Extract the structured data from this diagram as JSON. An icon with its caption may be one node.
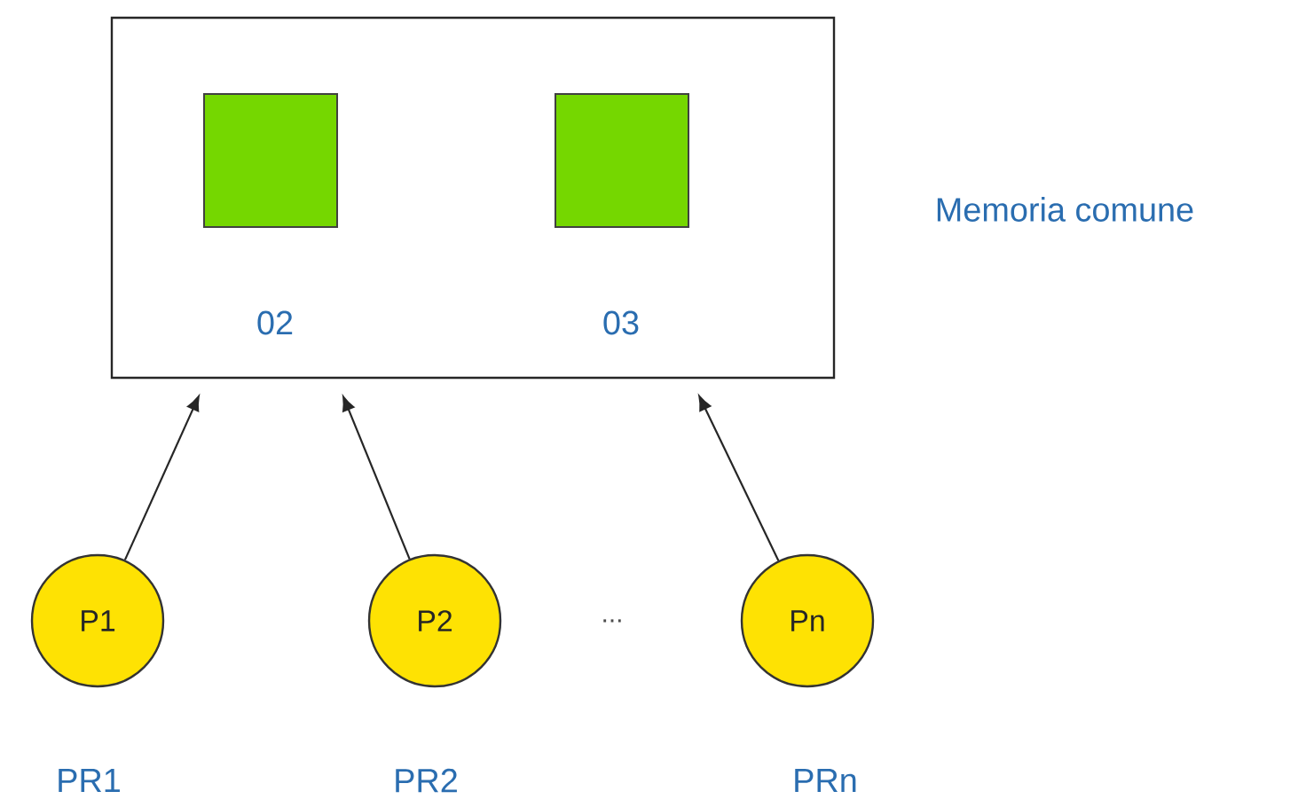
{
  "diagram": {
    "nodes": [
      {
        "text": [],
        "shape": "box",
        "beside": [
          "Memoria comune"
        ]
      },
      {
        "text": [],
        "shape": "box",
        "in": 0,
        "beside": [
          "02"
        ]
      },
      {
        "text": [],
        "shape": "box",
        "in": 0,
        "beside": [
          "03"
        ]
      },
      {
        "text": [
          "P1"
        ],
        "beside": [
          "PR1"
        ]
      },
      {
        "text": [
          "P2"
        ],
        "beside": [
          "PR2"
        ]
      },
      {
        "text": [
          "Pn"
        ],
        "beside": [
          "PRn"
        ]
      }
    ],
    "edges": [
      {
        "from": 3,
        "to": 0,
        "arrow": "to"
      },
      {
        "from": 4,
        "to": 0,
        "arrow": "to"
      },
      {
        "from": 5,
        "to": 0,
        "arrow": "to"
      }
    ],
    "labels": [
      "..."
    ]
  }
}
